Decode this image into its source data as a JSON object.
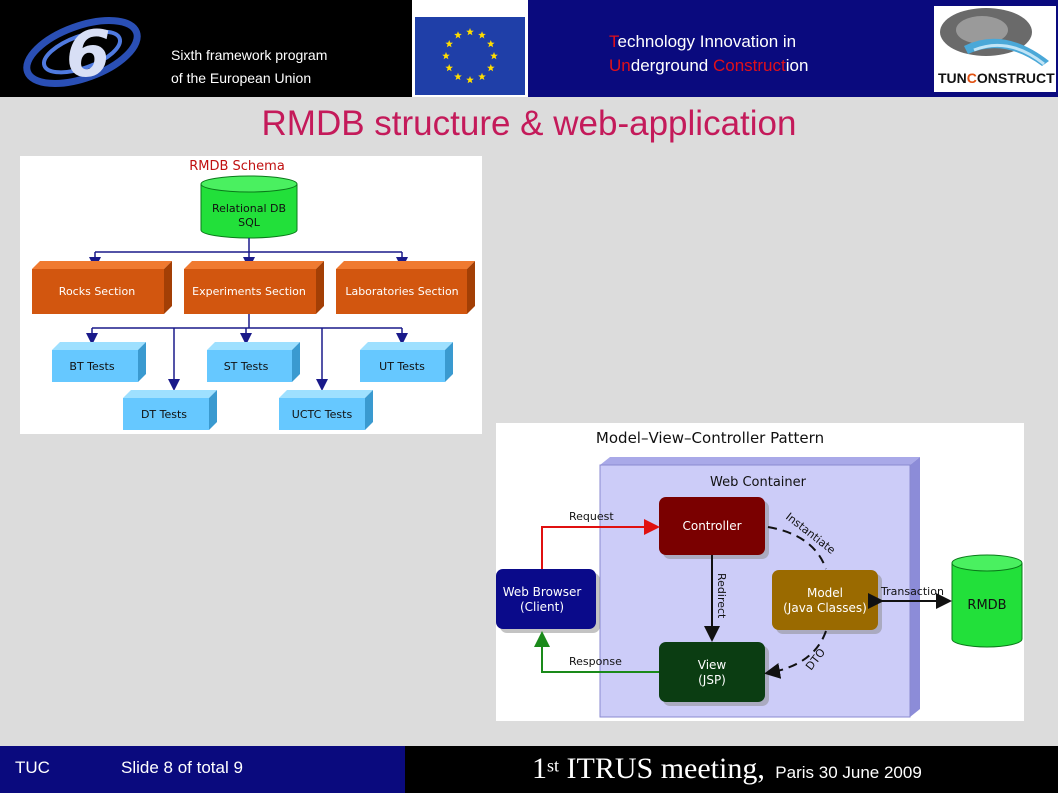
{
  "header": {
    "framework_line1": "Sixth framework program",
    "framework_line2": "of  the  European    Union",
    "project_line1_red": "T",
    "project_line1_rest": "echnology Innovation in",
    "project_line2_red1": "Un",
    "project_line2_mid": "derground ",
    "project_line2_red2": "Construct",
    "project_line2_end": "ion",
    "tunconstruct_logo_pre": "TUN",
    "tunconstruct_logo_c": "C",
    "tunconstruct_logo_post": "ONSTRUCT"
  },
  "slide": {
    "title": "RMDB structure & web-application"
  },
  "rmdb_schema": {
    "title": "RMDB Schema",
    "db_line1": "Relational DB",
    "db_line2": "SQL",
    "sections": [
      "Rocks Section",
      "Experiments Section",
      "Laboratories Section"
    ],
    "tests_row1": [
      "BT Tests",
      "ST Tests",
      "UT Tests"
    ],
    "tests_row2": [
      "DT Tests",
      "UCTC Tests"
    ]
  },
  "mvc": {
    "title": "Model–View–Controller Pattern",
    "container": "Web Container",
    "controller": "Controller",
    "model_line1": "Model",
    "model_line2": "(Java Classes)",
    "view_line1": "View",
    "view_line2": "(JSP)",
    "browser_line1": "Web Browser",
    "browser_line2": "(Client)",
    "rmdb": "RMDB",
    "request": "Request",
    "response": "Response",
    "redirect": "Redirect",
    "instantiate": "Instantiate",
    "dto": "DTO",
    "transaction": "Transaction"
  },
  "footer": {
    "org": "TUC",
    "slide_info": "Slide 8 of  total 9",
    "meeting_num": "1",
    "meeting_sup": "st",
    "meeting_name": " ITRUS meeting,",
    "meeting_place": "Paris 30 June 2009"
  },
  "colors": {
    "title": "#c41a5a",
    "header_blue": "#0a0a7e",
    "db_green": "#22e03a",
    "section_orange": "#d2560f",
    "test_blue": "#66c8ff",
    "controller_red": "#7a0000",
    "model_brown": "#9a6a00",
    "view_green": "#0b3d12",
    "browser_blue": "#0a0a8a",
    "container_lilac": "#ccccf8"
  }
}
